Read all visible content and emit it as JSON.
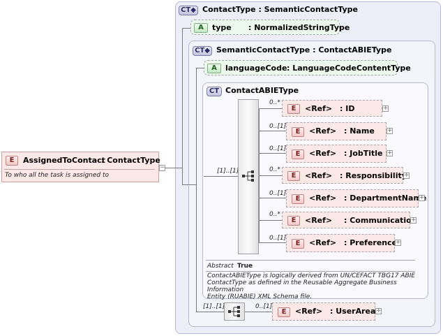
{
  "root": {
    "tag": "E",
    "name": "AssignedToContact",
    "type": ": ContactType",
    "documentation": "To who all the task is assigned to"
  },
  "contact_type": {
    "tag": "CT",
    "title": "ContactType : SemanticContactType",
    "attribute": {
      "tag": "A",
      "name": "type",
      "type": ": NormalizedStringType"
    }
  },
  "semantic_contact_type": {
    "tag": "CT",
    "title": "SemanticContactType : ContactABIEType",
    "attribute": {
      "tag": "A",
      "name": "languageCode",
      "type": ": LanguageCodeContentType"
    }
  },
  "contact_abie_type": {
    "tag": "CT",
    "title": "ContactABIEType",
    "sequence_cardinality": "[1]..[1]",
    "elements": [
      {
        "tag": "E",
        "ref": "<Ref>",
        "name": ": ID",
        "card": "0..*"
      },
      {
        "tag": "E",
        "ref": "<Ref>",
        "name": ": Name",
        "card": "0..[1]"
      },
      {
        "tag": "E",
        "ref": "<Ref>",
        "name": ": JobTitle",
        "card": "0..[1]"
      },
      {
        "tag": "E",
        "ref": "<Ref>",
        "name": ": Responsibility",
        "card": "0..*"
      },
      {
        "tag": "E",
        "ref": "<Ref>",
        "name": ": DepartmentName",
        "card": "0..[1]"
      },
      {
        "tag": "E",
        "ref": "<Ref>",
        "name": ": Communication",
        "card": "0..*"
      },
      {
        "tag": "E",
        "ref": "<Ref>",
        "name": ": Preference",
        "card": "0..[1]"
      }
    ],
    "abstract_label": "Abstract",
    "abstract_value": "True",
    "documentation": [
      "ContactABIEType is logically derived from UN/CEFACT TBG17 ABIE",
      "ContactType as defined in the Reusable Aggregate Business Information",
      "Entity (RUABIE) XML Schema file."
    ]
  },
  "outer_sequence": {
    "cardinality": "[1]..[1]",
    "element": {
      "tag": "E",
      "ref": "<Ref>",
      "name": ": UserArea",
      "card": "0..[1]"
    }
  },
  "icons": {
    "collapse": "minus-icon",
    "expand": "plus-icon",
    "sequence": "sequence-icon"
  },
  "colors": {
    "element_fill": "#fde8e8",
    "attribute_fill": "#eef9ee",
    "panel_fill": "#eeeef8"
  }
}
